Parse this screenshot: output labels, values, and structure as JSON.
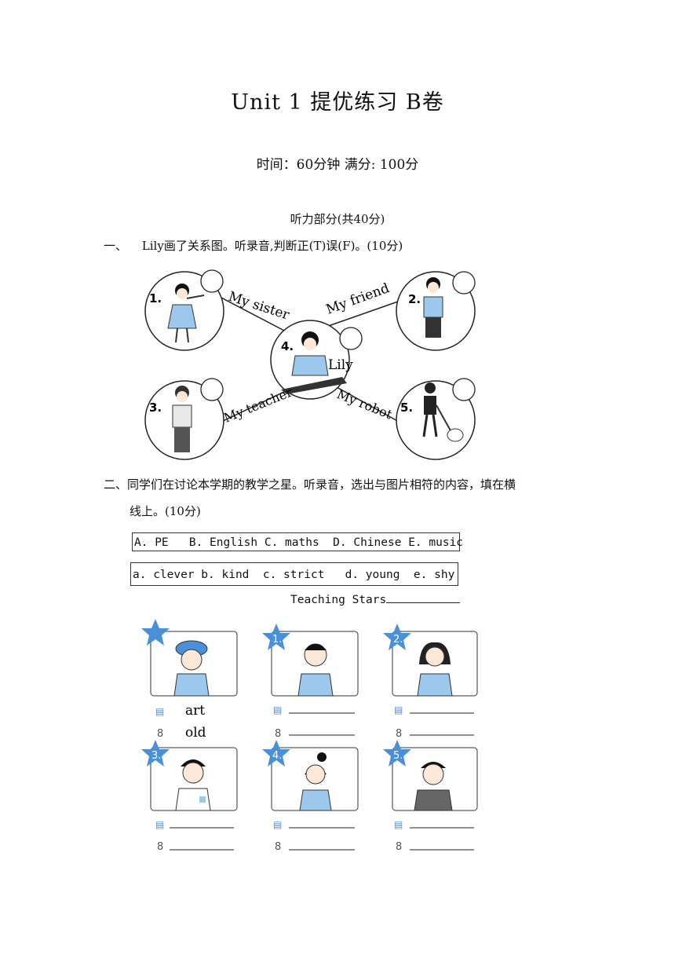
{
  "header": {
    "title": "Unit 1 提优练习 B卷",
    "meta": "时间：60分钟  满分: 100分"
  },
  "listening": {
    "heading": "听力部分(共40分)",
    "q1": {
      "number": "一、",
      "text": "Lily画了关系图。听录音,判断正(T)误(F)。(10分)",
      "center_label": "Lily",
      "items": [
        {
          "num": "1.",
          "label": "My sister"
        },
        {
          "num": "2.",
          "label": "My friend"
        },
        {
          "num": "3.",
          "label": "My teacher"
        },
        {
          "num": "4.",
          "label": ""
        },
        {
          "num": "5.",
          "label": "My robot"
        }
      ]
    },
    "q2": {
      "number": "二、",
      "text_line1": "同学们在讨论本学期的教学之星。听录音，选出与图片相符的内容，填在横",
      "text_line2": "线上。(10分)",
      "subjects": "A. PE   B. English C. maths  D. Chinese E. music",
      "traits": "a. clever b. kind  c. strict   d. young  e. shy",
      "teaching_stars_label": "Teaching Stars",
      "cards": [
        {
          "num": "",
          "subject": "art",
          "trait": "old"
        },
        {
          "num": "1.",
          "subject": "",
          "trait": ""
        },
        {
          "num": "2.",
          "subject": "",
          "trait": ""
        },
        {
          "num": "3.",
          "subject": "",
          "trait": ""
        },
        {
          "num": "4.",
          "subject": "",
          "trait": ""
        },
        {
          "num": "5.",
          "subject": "",
          "trait": ""
        }
      ]
    }
  },
  "colors": {
    "accent_blue": "#4a90d9",
    "light_blue": "#9cc8ee",
    "ink": "#111111"
  }
}
